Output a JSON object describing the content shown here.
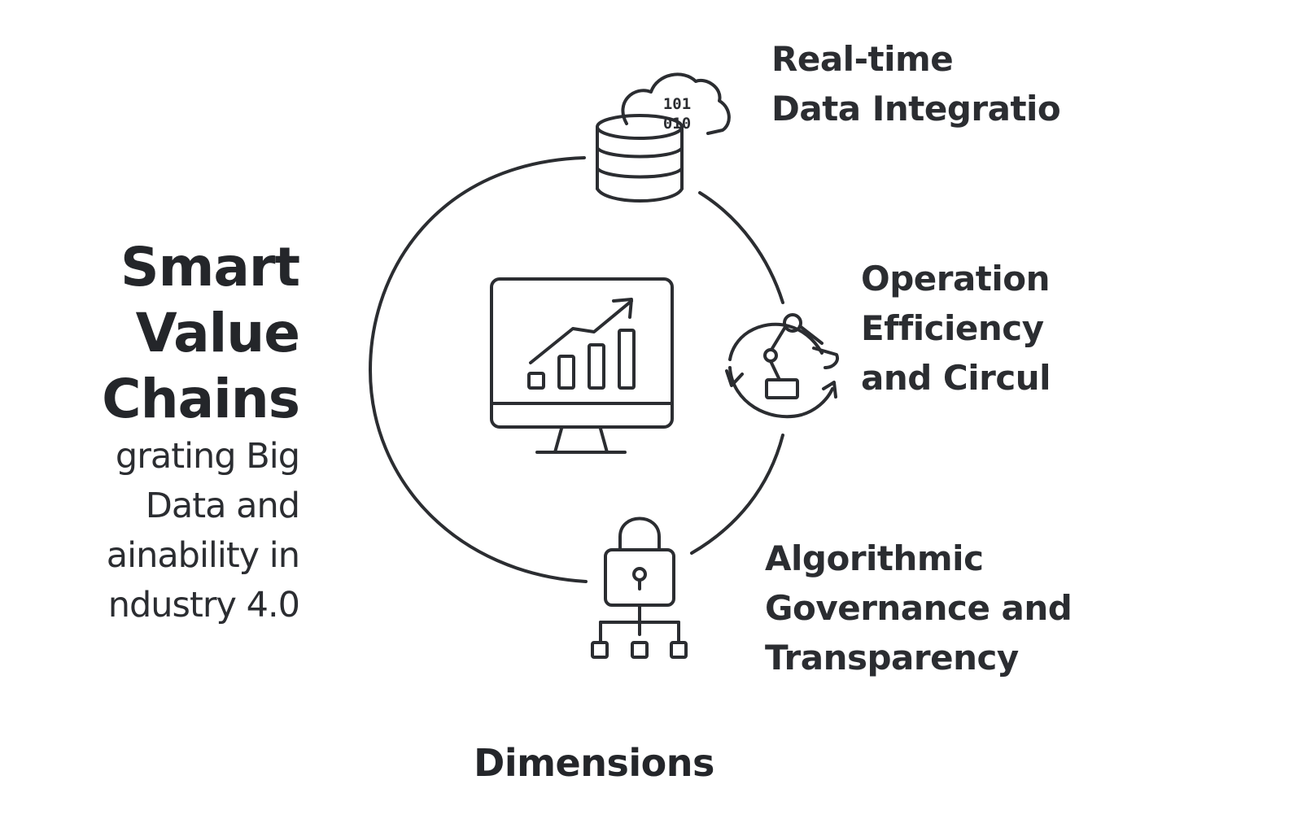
{
  "title": {
    "lines": [
      "Smart",
      "Value",
      "Chains"
    ],
    "subtitle_lines": [
      "grating Big",
      "Data and",
      "ainability in",
      "ndustry 4.0"
    ]
  },
  "nodes": {
    "data": {
      "label_lines": [
        "Real-time",
        "Data Integratio"
      ],
      "binary_top": "101",
      "binary_bottom": "010"
    },
    "operations": {
      "label_lines": [
        "Operation",
        "Efficiency",
        "and Circul"
      ]
    },
    "governance": {
      "label_lines": [
        "Algorithmic",
        "Governance and",
        "Transparency"
      ]
    }
  },
  "footer": {
    "label": "Dimensions"
  },
  "colors": {
    "stroke": "#2b2d31",
    "background": "#ffffff"
  }
}
